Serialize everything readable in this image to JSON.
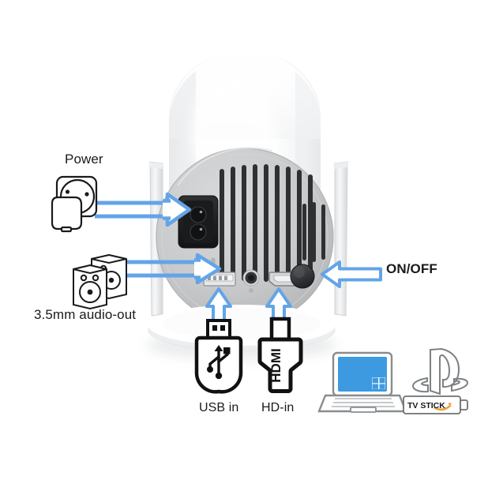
{
  "diagram": {
    "title": "Projector rear port connection diagram",
    "device": "portable-dome-projector"
  },
  "labels": {
    "power": "Power",
    "audio_out": "3.5mm audio-out",
    "on_off": "ON/OFF",
    "usb_in": "USB in",
    "hd_in": "HD-in"
  },
  "connectors": {
    "usb_plug_text": "",
    "hdmi_plug_text": "HDMI",
    "tv_stick_text": "TV STICK"
  },
  "ports": [
    {
      "name": "power-socket",
      "label": "Power",
      "arrow": "left-to-right"
    },
    {
      "name": "audio-jack",
      "label": "3.5mm audio-out",
      "arrow": "left-to-right"
    },
    {
      "name": "power-button",
      "label": "ON/OFF",
      "arrow": "right-to-left"
    },
    {
      "name": "usb-port",
      "label": "USB in",
      "arrow": "bottom-to-top"
    },
    {
      "name": "hdmi-port",
      "label": "HD-in",
      "arrow": "bottom-to-top"
    }
  ],
  "source_devices": [
    {
      "name": "laptop",
      "badge": "windows-logo"
    },
    {
      "name": "playstation",
      "badge": "playstation-logo"
    },
    {
      "name": "tv-stick",
      "badge": "TV STICK"
    }
  ],
  "colors": {
    "arrow_blue": "#63a4e8",
    "arrow_blue_dark": "#4f95e0",
    "text": "#1a1a1a",
    "body_white": "#ffffff",
    "panel_gray": "#c9cacb",
    "panel_gray_dark": "#b5b7b9",
    "vent_dark": "#2b2b2d",
    "socket_black": "#232326",
    "screen_blue": "#3d9ae0",
    "outline_gray": "#6e7072",
    "amazon_orange": "#e8a33d"
  }
}
